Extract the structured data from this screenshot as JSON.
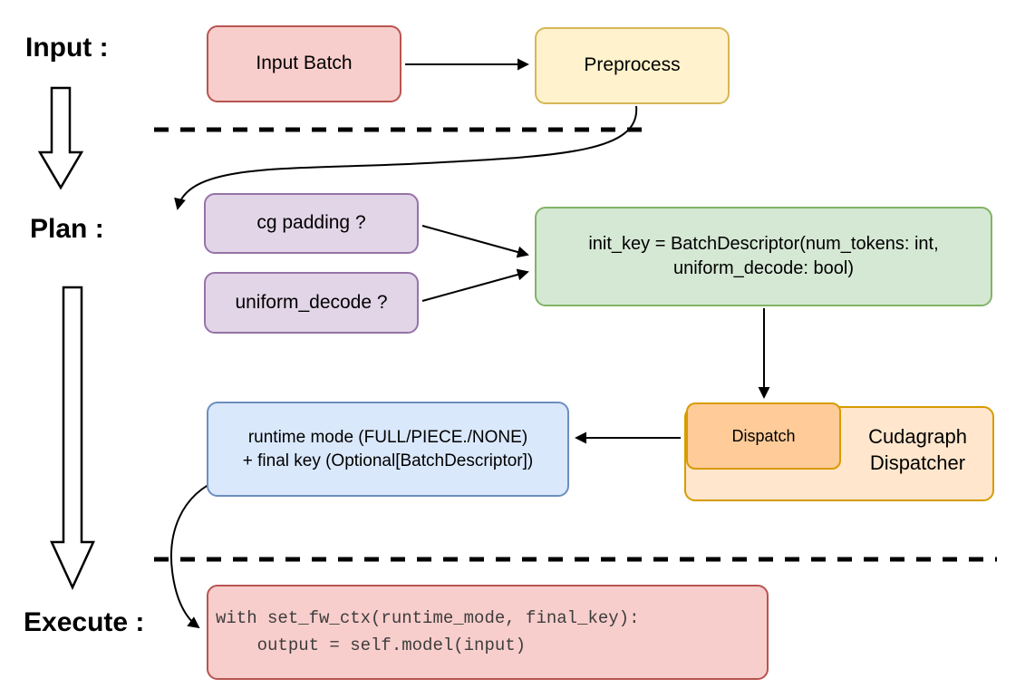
{
  "stages": {
    "input_label": "Input :",
    "plan_label": "Plan :",
    "execute_label": "Execute :"
  },
  "nodes": {
    "input_batch": {
      "label": "Input Batch"
    },
    "preprocess": {
      "label": "Preprocess"
    },
    "cg_padding": {
      "label": "cg padding ?"
    },
    "uniform_decode": {
      "label": "uniform_decode ?"
    },
    "init_key": {
      "line1": "init_key = BatchDescriptor(num_tokens: int,",
      "line2": "uniform_decode: bool)"
    },
    "dispatch": {
      "label": "Dispatch"
    },
    "cudagraph_dispatcher": {
      "line1": "Cudagraph",
      "line2": "Dispatcher"
    },
    "runtime_mode": {
      "line1": "runtime mode (FULL/PIECE./NONE)",
      "line2": "+ final key (Optional[BatchDescriptor])"
    },
    "execute_code": {
      "line1": "with set_fw_ctx(runtime_mode, final_key):",
      "line2": "    output = self.model(input)"
    }
  },
  "colors": {
    "red_fill": "#f8cecc",
    "red_stroke": "#b85450",
    "yellow_fill": "#fff2cc",
    "yellow_stroke": "#d6b656",
    "purple_fill": "#e1d5e7",
    "purple_stroke": "#9673a6",
    "green_fill": "#d5e8d4",
    "green_stroke": "#82b366",
    "blue_fill": "#dae8fc",
    "blue_stroke": "#6c8ebf",
    "orange_outer_fill": "#ffe6cc",
    "orange_inner_fill": "#ffcc99",
    "orange_stroke": "#d79b00",
    "arrow_color": "#000000",
    "code_text": "#3d3d3d"
  }
}
